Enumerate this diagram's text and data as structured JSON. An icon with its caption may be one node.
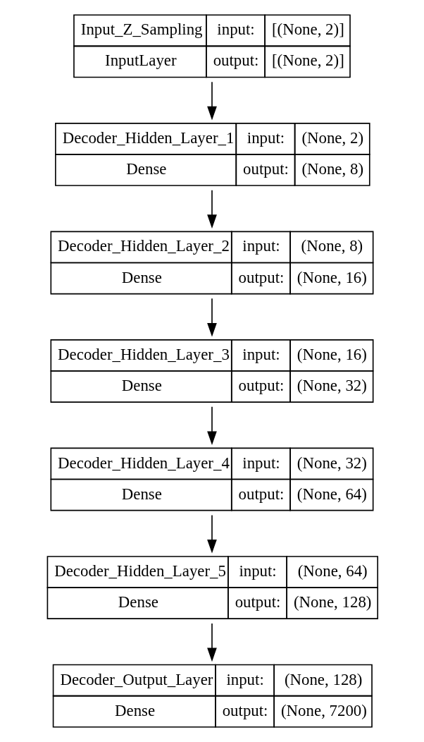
{
  "diagram": {
    "nodes": [
      {
        "text": [
          "Input_Z_Sampling",
          "input:",
          "[(None, 2)]",
          "InputLayer",
          "output:",
          "[(None, 2)]"
        ]
      },
      {
        "text": [
          "Decoder_Hidden_Layer_1",
          "input:",
          "(None, 2)",
          "Dense",
          "output:",
          "(None, 8)"
        ]
      },
      {
        "text": [
          "Decoder_Hidden_Layer_2",
          "input:",
          "(None, 8)",
          "Dense",
          "output:",
          "(None, 16)"
        ]
      },
      {
        "text": [
          "Decoder_Hidden_Layer_3",
          "input:",
          "(None, 16)",
          "Dense",
          "output:",
          "(None, 32)"
        ]
      },
      {
        "text": [
          "Decoder_Hidden_Layer_4",
          "input:",
          "(None, 32)",
          "Dense",
          "output:",
          "(None, 64)"
        ]
      },
      {
        "text": [
          "Decoder_Hidden_Layer_5",
          "input:",
          "(None, 64)",
          "Dense",
          "output:",
          "(None, 128)"
        ]
      },
      {
        "text": [
          "Decoder_Output_Layer",
          "input:",
          "(None, 128)",
          "Dense",
          "output:",
          "(None, 7200)"
        ]
      }
    ],
    "edges": [
      {
        "from": 0,
        "to": 1,
        "arrow": "to"
      },
      {
        "from": 1,
        "to": 2,
        "arrow": "to"
      },
      {
        "from": 2,
        "to": 3,
        "arrow": "to"
      },
      {
        "from": 3,
        "to": 4,
        "arrow": "to"
      },
      {
        "from": 4,
        "to": 5,
        "arrow": "to"
      },
      {
        "from": 5,
        "to": 6,
        "arrow": "to"
      }
    ]
  }
}
